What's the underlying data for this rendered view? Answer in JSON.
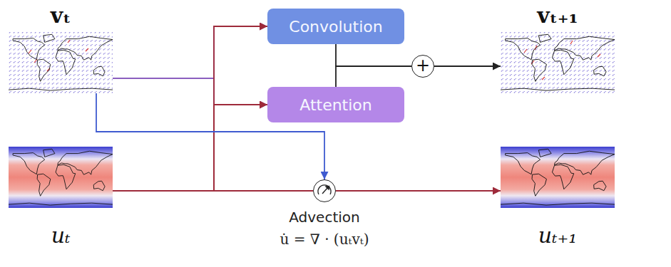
{
  "diagram": {
    "nodes": [
      {
        "text": [
          "vₜ"
        ]
      },
      {
        "text": [
          "Convolution"
        ]
      },
      {
        "text": [
          "Attention"
        ]
      },
      {
        "text": [
          "+"
        ]
      },
      {
        "text": [
          "vₜ₊₁"
        ]
      },
      {
        "text": [
          "uₜ"
        ]
      },
      {
        "text": [
          "Advection",
          "u̇ = ∇ · (uₜvₜ)"
        ]
      },
      {
        "text": [
          "uₜ₊₁"
        ]
      }
    ],
    "edges": [
      {
        "from": 0,
        "to": 1,
        "arrow": "to"
      },
      {
        "from": 0,
        "to": 2,
        "arrow": "to"
      },
      {
        "from": 5,
        "to": 1,
        "arrow": "to"
      },
      {
        "from": 5,
        "to": 2,
        "arrow": "to"
      },
      {
        "from": 0,
        "to": 6,
        "arrow": "to"
      },
      {
        "from": 5,
        "to": 6,
        "arrow": "none"
      },
      {
        "from": 6,
        "to": 7,
        "arrow": "to"
      },
      {
        "from": 1,
        "to": 3,
        "arrow": "none"
      },
      {
        "from": 2,
        "to": 3,
        "arrow": "none"
      },
      {
        "from": 3,
        "to": 4,
        "arrow": "to"
      }
    ]
  }
}
